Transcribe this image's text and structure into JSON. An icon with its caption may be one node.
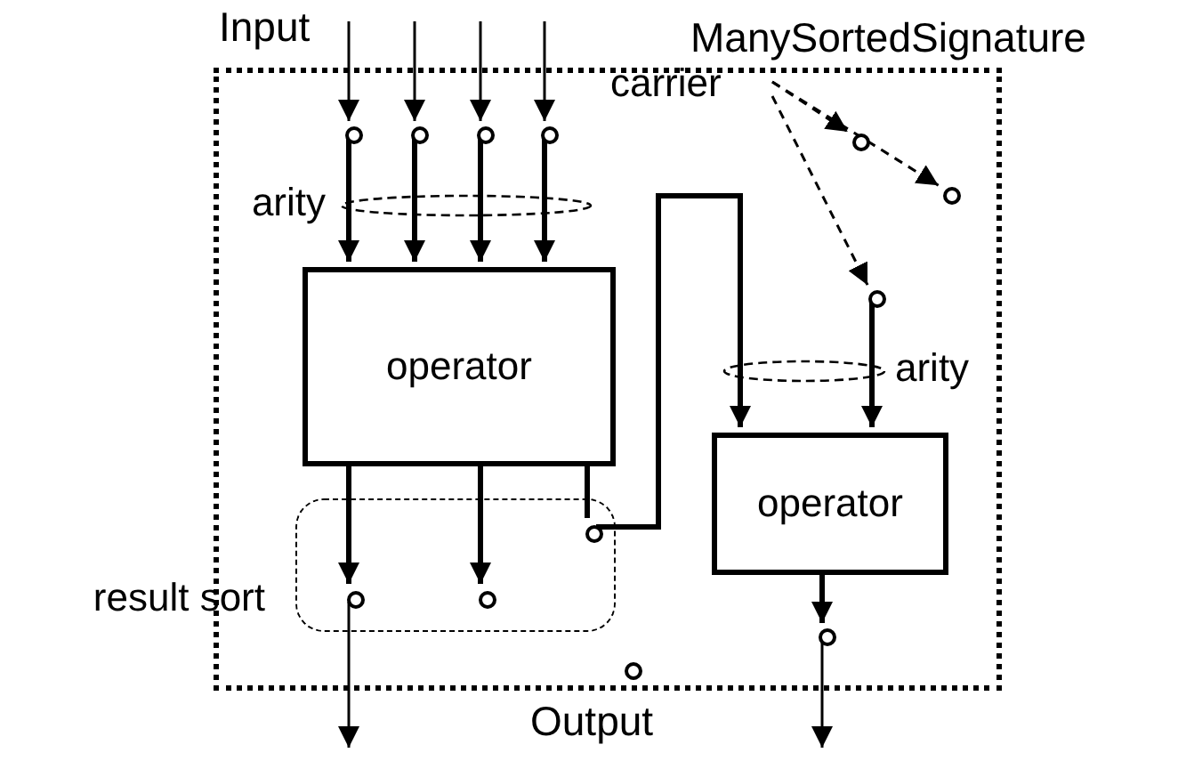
{
  "diagram": {
    "nodes": [
      {
        "text": [
          "ManySortedSignature"
        ]
      },
      {
        "text": [],
        "shape": "circle",
        "in": 0
      },
      {
        "text": [],
        "shape": "circle",
        "in": 0
      },
      {
        "text": [],
        "shape": "circle",
        "in": 0
      },
      {
        "text": [],
        "shape": "circle",
        "in": 0
      },
      {
        "text": [
          "carrier"
        ],
        "in": 0
      },
      {
        "text": [],
        "shape": "circle",
        "in": 0
      },
      {
        "text": [
          "arity"
        ],
        "in": 0
      },
      {
        "text": [],
        "shape": "circle",
        "in": 0
      },
      {
        "text": [
          "operator"
        ],
        "in": 0
      },
      {
        "text": [],
        "shape": "circle",
        "in": 0
      },
      {
        "text": [
          "arity"
        ],
        "in": 0
      },
      {
        "text": [
          "operator"
        ],
        "in": 0
      },
      {
        "text": [
          "result sort"
        ],
        "in": 0
      },
      {
        "text": [],
        "shape": "circle",
        "in": 13
      },
      {
        "text": [],
        "shape": "circle",
        "in": 13
      },
      {
        "text": [],
        "shape": "circle",
        "in": 13
      },
      {
        "text": [],
        "shape": "circle",
        "in": 0
      },
      {
        "text": [],
        "shape": "circle",
        "in": 0
      }
    ],
    "edges": [
      {
        "from": null,
        "to": 1,
        "arrow": "to"
      },
      {
        "from": null,
        "to": 2,
        "arrow": "to"
      },
      {
        "from": null,
        "to": 3,
        "arrow": "to"
      },
      {
        "from": null,
        "to": 4,
        "arrow": "to"
      },
      {
        "from": 1,
        "to": 9,
        "arrow": "to"
      },
      {
        "from": 2,
        "to": 9,
        "arrow": "to"
      },
      {
        "from": 3,
        "to": 9,
        "arrow": "to"
      },
      {
        "from": 4,
        "to": 9,
        "arrow": "to"
      },
      {
        "from": 9,
        "to": 15,
        "arrow": "to"
      },
      {
        "from": 9,
        "to": 16,
        "arrow": "to"
      },
      {
        "from": 9,
        "to": 14,
        "arrow": "none"
      },
      {
        "from": 14,
        "to": 12,
        "arrow": "to"
      },
      {
        "from": 10,
        "to": 12,
        "arrow": "to"
      },
      {
        "from": 12,
        "to": 17,
        "arrow": "to"
      },
      {
        "from": 15,
        "to": null,
        "arrow": "to"
      },
      {
        "from": 17,
        "to": null,
        "arrow": "to"
      },
      {
        "from": 5,
        "to": 6,
        "arrow": "to",
        "style": "dashed"
      },
      {
        "from": 5,
        "to": 8,
        "arrow": "to",
        "style": "dashed"
      },
      {
        "from": 5,
        "to": 10,
        "arrow": "to",
        "style": "dashed"
      }
    ],
    "labels": [
      "Input",
      "Output"
    ]
  }
}
